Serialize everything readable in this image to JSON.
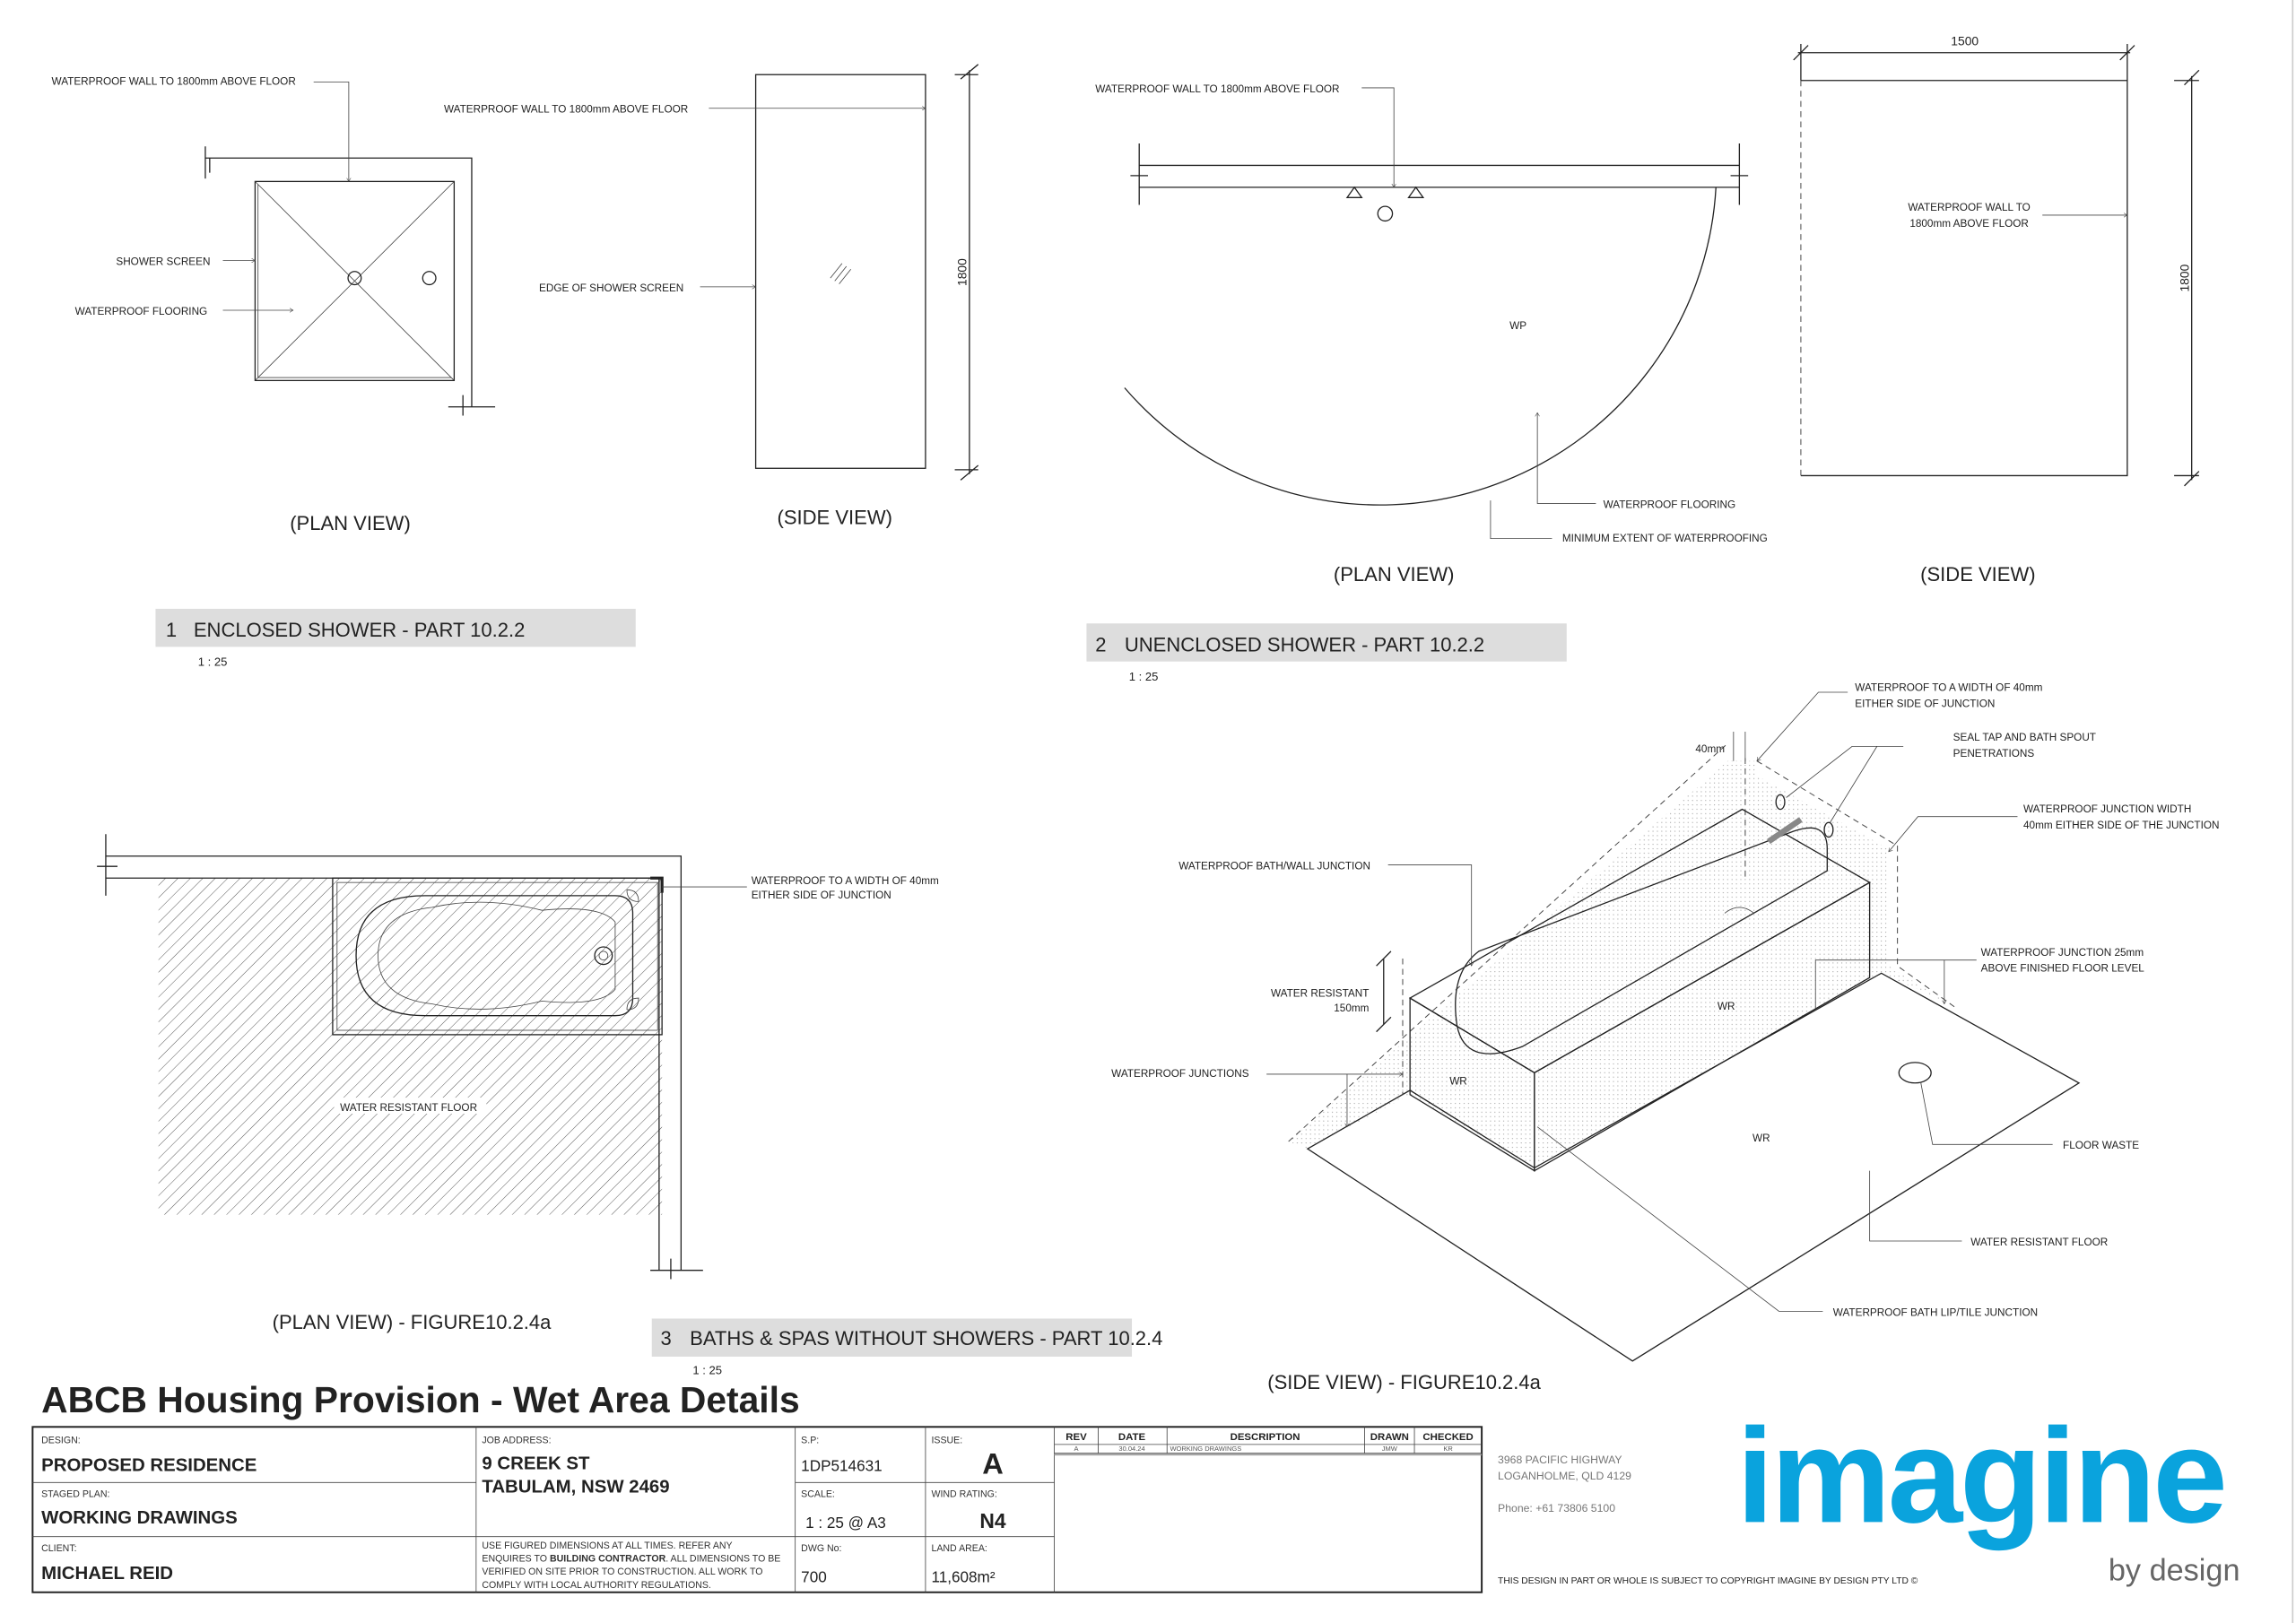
{
  "sheet_title": "ABCB Housing Provision - Wet Area Details",
  "detail1": {
    "number": "1",
    "title": "ENCLOSED SHOWER - PART 10.2.2",
    "scale": "1 : 25",
    "plan_caption": "(PLAN VIEW)",
    "side_caption": "(SIDE VIEW)",
    "labels": {
      "wall_plan": "WATERPROOF WALL TO 1800mm ABOVE FLOOR",
      "shower_screen": "SHOWER SCREEN",
      "flooring": "WATERPROOF FLOORING",
      "wall_side": "WATERPROOF WALL TO 1800mm ABOVE FLOOR",
      "edge_screen": "EDGE OF SHOWER SCREEN",
      "dim_height": "1800"
    }
  },
  "detail2": {
    "number": "2",
    "title": "UNENCLOSED SHOWER - PART 10.2.2",
    "scale": "1 : 25",
    "plan_caption": "(PLAN VIEW)",
    "side_caption": "(SIDE VIEW)",
    "labels": {
      "wall_plan": "WATERPROOF WALL TO 1800mm ABOVE FLOOR",
      "wp": "WP",
      "flooring": "WATERPROOF FLOORING",
      "min_extent": "MINIMUM EXTENT OF WATERPROOFING",
      "wall_side_1": "WATERPROOF WALL TO",
      "wall_side_2": "1800mm ABOVE FLOOR",
      "dim_width": "1500",
      "dim_height": "1800"
    }
  },
  "detail3": {
    "number": "3",
    "title": "BATHS & SPAS WITHOUT SHOWERS - PART 10.2.4",
    "scale": "1 : 25",
    "plan_caption": "(PLAN VIEW) - FIGURE10.2.4a",
    "side_caption": "(SIDE VIEW) - FIGURE10.2.4a",
    "plan_labels": {
      "junction_1": "WATERPROOF TO A WIDTH OF 40mm",
      "junction_2": "EITHER SIDE OF JUNCTION",
      "floor": "WATER RESISTANT FLOOR"
    },
    "iso_labels": {
      "width40_1": "WATERPROOF TO A WIDTH OF 40mm",
      "width40_2": "EITHER SIDE OF JUNCTION",
      "dim40": "40mm",
      "seal_1": "SEAL TAP AND BATH SPOUT",
      "seal_2": "PENETRATIONS",
      "jwidth_1": "WATERPROOF JUNCTION WIDTH",
      "jwidth_2": "40mm EITHER SIDE OF THE JUNCTION",
      "bathwall": "WATERPROOF BATH/WALL JUNCTION",
      "wr150_1": "WATER RESISTANT",
      "wr150_2": "150mm",
      "junctions": "WATERPROOF JUNCTIONS",
      "j25_1": "WATERPROOF JUNCTION 25mm",
      "j25_2": "ABOVE FINISHED FLOOR LEVEL",
      "floor_waste": "FLOOR WASTE",
      "wr_floor": "WATER RESISTANT FLOOR",
      "lip": "WATERPROOF BATH LIP/TILE JUNCTION",
      "wr": "WR"
    }
  },
  "title_block": {
    "design_label": "DESIGN:",
    "design": "PROPOSED RESIDENCE",
    "staged_label": "STAGED PLAN:",
    "staged": "WORKING DRAWINGS",
    "client_label": "CLIENT:",
    "client": "MICHAEL REID",
    "job_label": "JOB ADDRESS:",
    "job_line1": "9 CREEK ST",
    "job_line2": "TABULAM, NSW 2469",
    "notes": {
      "l1": "USE FIGURED DIMENSIONS AT ALL TIMES. REFER ANY",
      "l2a": "ENQUIRES TO ",
      "l2b": "BUILDING CONTRACTOR",
      "l2c": ". ALL DIMENSIONS TO BE",
      "l3": "VERIFIED ON SITE PRIOR TO CONSTRUCTION. ALL WORK TO",
      "l4": "COMPLY WITH LOCAL AUTHORITY REGULATIONS."
    },
    "sp_label": "S.P:",
    "sp": "1DP514631",
    "scale_label": "SCALE:",
    "scale": "1 : 25 @ A3",
    "dwg_label": "DWG No:",
    "dwg": "700",
    "issue_label": "ISSUE:",
    "issue": "A",
    "wind_label": "WIND RATING:",
    "wind": "N4",
    "land_label": "LAND AREA:",
    "land": "11,608m²",
    "revisions": {
      "headers": [
        "REV",
        "DATE",
        "DESCRIPTION",
        "DRAWN",
        "CHECKED"
      ],
      "rows": [
        [
          "A",
          "30.04.24",
          "WORKING DRAWINGS",
          "JMW",
          "KR"
        ]
      ]
    }
  },
  "company": {
    "address1": "3968 PACIFIC HIGHWAY",
    "address2": "LOGANHOLME, QLD 4129",
    "phone": "Phone:  +61 73806 5100",
    "copyright": "THIS DESIGN IN PART OR WHOLE IS SUBJECT TO COPYRIGHT IMAGINE BY DESIGN PTY LTD ©",
    "logo_main": "imagine",
    "logo_sub": "by design",
    "brand_color": "#0aa3dd"
  }
}
